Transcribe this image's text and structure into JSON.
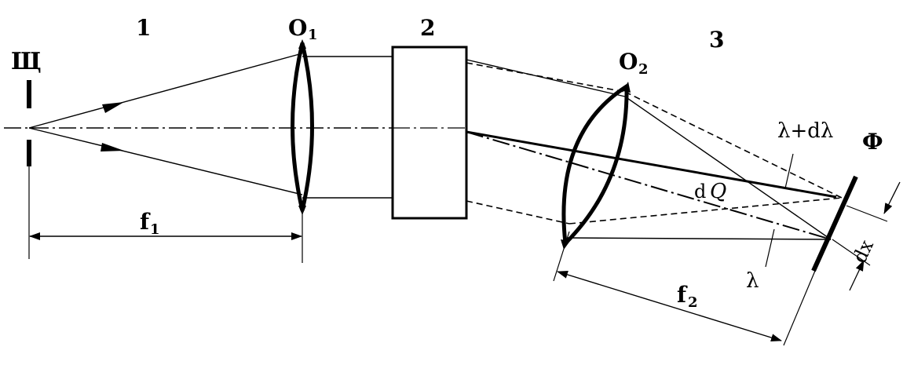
{
  "labels": {
    "slit": "Щ",
    "num1": "1",
    "num2": "2",
    "num3": "3",
    "lens1": "O",
    "lens1_sub": "1",
    "lens2": "O",
    "lens2_sub": "2",
    "focal1": "f",
    "focal1_sub": "1",
    "focal2": "f",
    "focal2_sub": "2",
    "detector": "Ф",
    "lambda_plus": "λ+dλ",
    "lambda": "λ",
    "d_theta": "d",
    "theta": "Q",
    "dx": "dx"
  }
}
